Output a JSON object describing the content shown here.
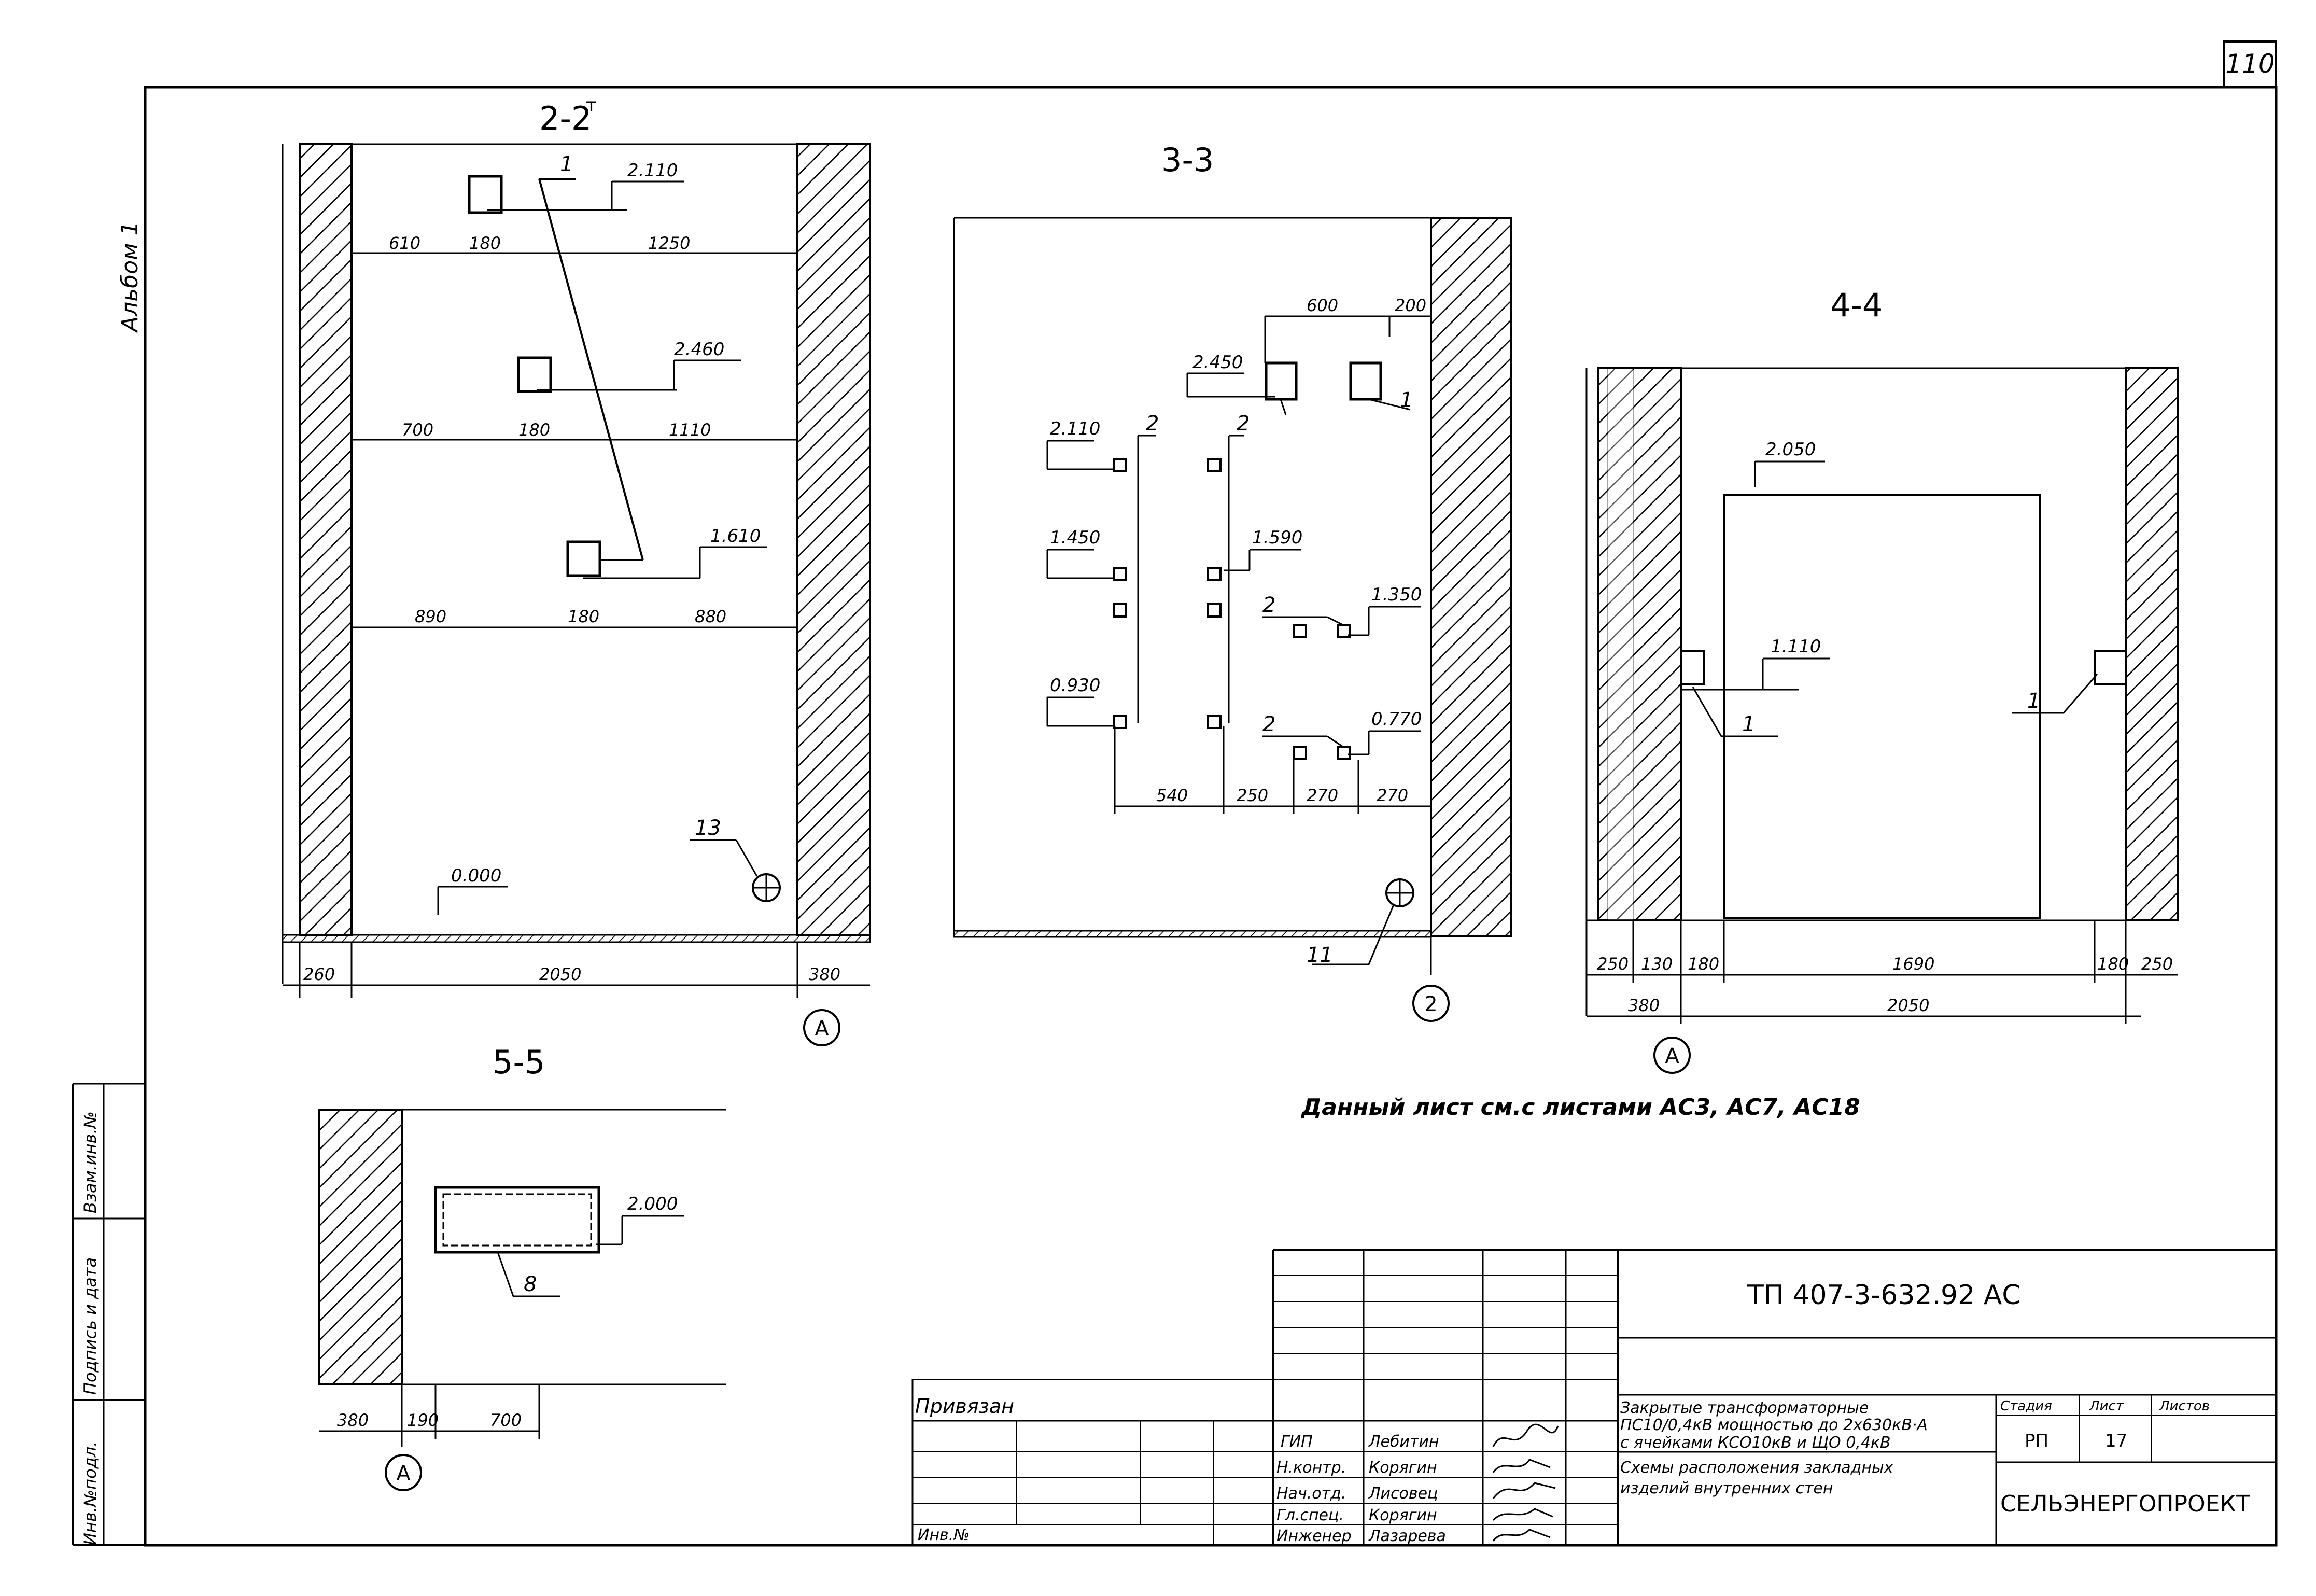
{
  "page_number": "110",
  "album": "Альбом 1",
  "sidebar": {
    "inv_orig": "Инв.№подл.",
    "sign_date": "Подпись и дата",
    "vzam_inv": "Взам.инв.№"
  },
  "sections": {
    "s22": {
      "title": "2-2",
      "title_mark": "т",
      "levels": [
        "2.110",
        "2.460",
        "1.610",
        "0.000"
      ],
      "dims_rows": [
        [
          "610",
          "180",
          "1250"
        ],
        [
          "700",
          "180",
          "1110"
        ],
        [
          "890",
          "180",
          "880"
        ]
      ],
      "dims_bottom": [
        "260",
        "2050",
        "380"
      ],
      "tags": [
        "1",
        "13"
      ],
      "axis": "А"
    },
    "s33": {
      "title": "3-3",
      "levels": [
        "2.450",
        "2.110",
        "1.590",
        "1.450",
        "1.350",
        "0.930",
        "0.770"
      ],
      "dims_top": [
        "600",
        "200"
      ],
      "dims_bottom": [
        "540",
        "250",
        "270",
        "270"
      ],
      "tags": [
        "1",
        "2",
        "2",
        "2",
        "2",
        "11"
      ],
      "axis": "2"
    },
    "s44": {
      "title": "4-4",
      "levels": [
        "2.050",
        "1.110"
      ],
      "dims_row1": [
        "250",
        "130",
        "180",
        "1690",
        "180",
        "250"
      ],
      "dims_row2": [
        "380",
        "2050"
      ],
      "tags": [
        "1",
        "1"
      ],
      "axis": "А"
    },
    "s55": {
      "title": "5-5",
      "levels": [
        "2.000"
      ],
      "dims_bottom": [
        "380",
        "190",
        "700"
      ],
      "tags": [
        "8"
      ],
      "axis": "А"
    }
  },
  "note": "Данный лист см.с листами АС3, АС7, АС18",
  "title_block": {
    "code": "ТП 407-3-632.92 АС",
    "privyazan": "Привязан",
    "inv_no": "Инв.№",
    "roles": [
      "ГИП",
      "Н.контр.",
      "Нач.отд.",
      "Гл.спец.",
      "Инженер"
    ],
    "names": [
      "Лебитин",
      "Корягин",
      "Лисовец",
      "Корягин",
      "Лазарева"
    ],
    "description_1": [
      "Закрытые трансформаторные",
      "ПС10/0,4кВ мощностью до 2х630кВ·А",
      "с ячейками КСО10кВ и ЩО 0,4кВ"
    ],
    "description_2": [
      "Схемы расположения закладных",
      "изделий внутренних стен"
    ],
    "stage_h": "Стадия",
    "sheet_h": "Лист",
    "sheets_h": "Листов",
    "stage": "РП",
    "sheet": "17",
    "org": "СЕЛЬЭНЕРГОПРОЕКТ"
  }
}
